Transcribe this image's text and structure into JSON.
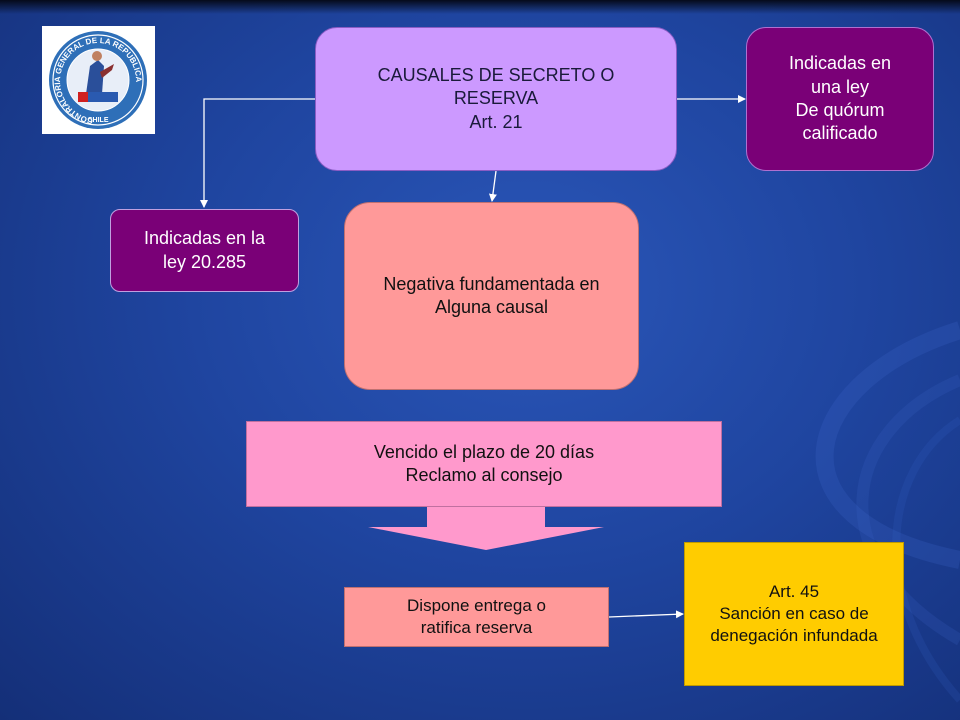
{
  "nodes": {
    "causales": {
      "lines": [
        "CAUSALES DE SECRETO O",
        "RESERVA",
        "Art. 21"
      ]
    },
    "quorum": {
      "lines": [
        "Indicadas en",
        "una ley",
        "De quórum",
        "calificado"
      ]
    },
    "ley20285": {
      "lines": [
        "Indicadas en la",
        "ley 20.285"
      ]
    },
    "negativa": {
      "lines": [
        "Negativa fundamentada en",
        "Alguna causal"
      ]
    },
    "vencido": {
      "lines": [
        "Vencido el plazo de 20 días",
        "Reclamo al consejo"
      ]
    },
    "dispone": {
      "lines": [
        "Dispone entrega o",
        "ratifica reserva"
      ]
    },
    "art45": {
      "lines": [
        "Art. 45",
        "Sanción en caso de",
        "denegación infundada"
      ]
    }
  },
  "logo": {
    "ring_text": "CONTRALORIA GENERAL DE LA REPUBLICA",
    "country": "CHILE"
  },
  "colors": {
    "background": "#1f45a0",
    "causales": "#cc99ff",
    "quorum": "#7a0077",
    "negativa": "#ff9999",
    "vencido": "#ff99cc",
    "art45": "#ffcc00",
    "connector": "#ffffff"
  }
}
